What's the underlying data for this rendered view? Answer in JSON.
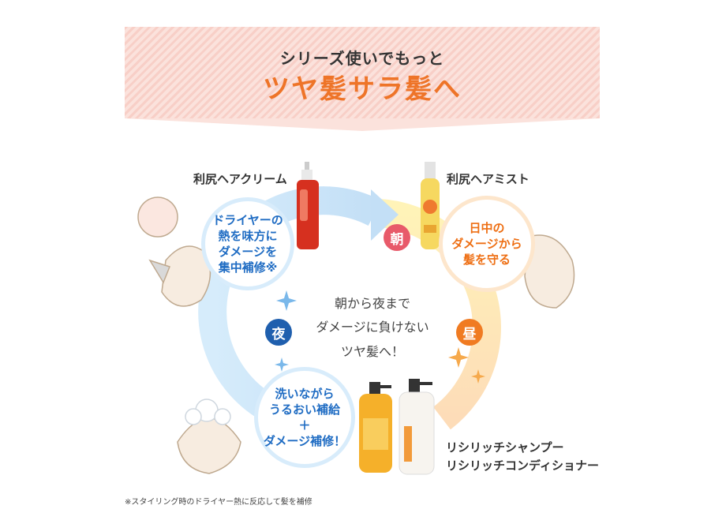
{
  "banner": {
    "subtitle": "シリーズ使いでもっと",
    "title": "ツヤ髪サラ髪へ"
  },
  "products": {
    "cream": {
      "name": "利尻ヘアクリーム"
    },
    "mist": {
      "name": "利尻ヘアミスト"
    },
    "shampoo": {
      "line1": "リシリッチシャンプー",
      "line2": "リシリッチコンディショナー"
    }
  },
  "bubbles": {
    "night_cream": [
      "ドライヤーの",
      "熱を味方に",
      "ダメージを",
      "集中補修※"
    ],
    "morning_mist": [
      "日中の",
      "ダメージから",
      "髪を守る"
    ],
    "wash": [
      "洗いながら",
      "うるおい補給",
      "＋",
      "ダメージ補修！"
    ]
  },
  "times": {
    "morning": "朝",
    "noon": "昼",
    "night": "夜"
  },
  "center": [
    "朝から夜まで",
    "ダメージに負けない",
    "ツヤ髪へ！"
  ],
  "footnote": "※スタイリング時のドライヤー熱に反応して髪を補修",
  "colors": {
    "blue": "#1f6cc3",
    "orange": "#ee7428",
    "pink": "#e85a6a"
  },
  "icons": [
    "sparkle-icon",
    "cycle-arrow-icon"
  ]
}
